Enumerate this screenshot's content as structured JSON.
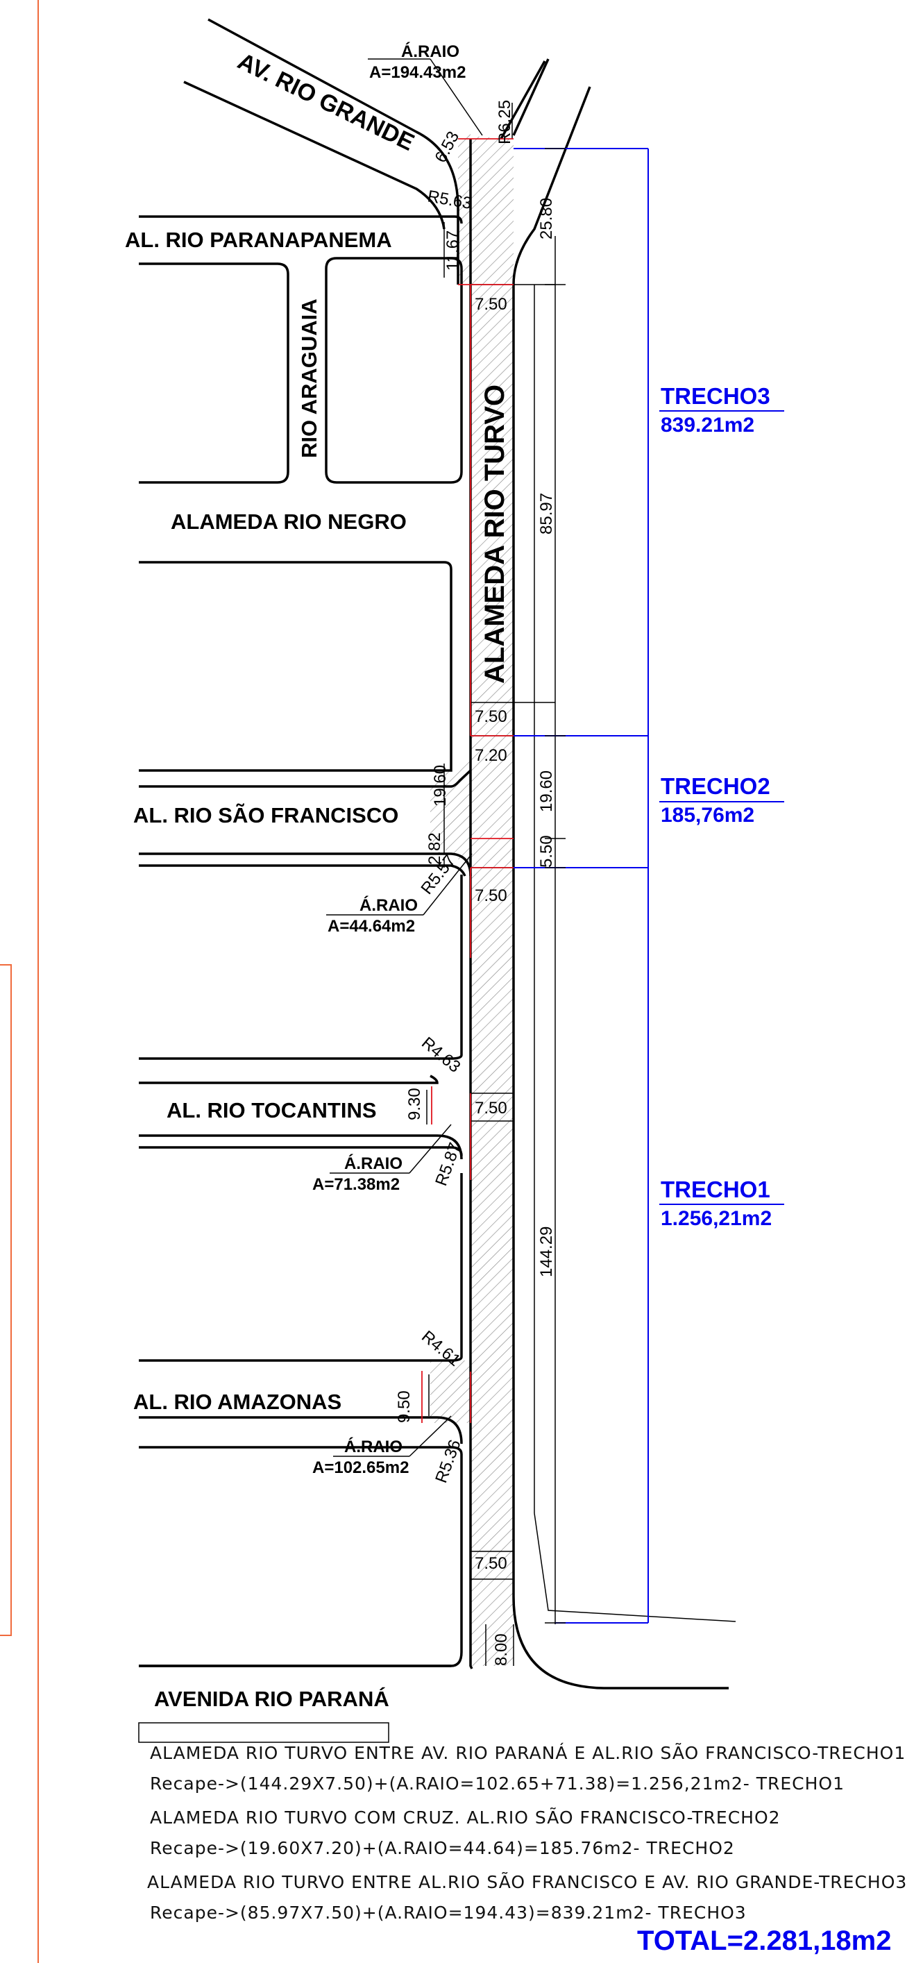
{
  "streets": {
    "av_rio_grande": "AV. RIO GRANDE",
    "al_rio_paranapanema": "AL. RIO PARANAPANEMA",
    "rio_araguaia": "RIO ARAGUAIA",
    "alameda_rio_negro": "ALAMEDA RIO NEGRO",
    "alameda_rio_turvo": "ALAMEDA RIO TURVO",
    "al_rio_sao_francisco": "AL. RIO SÃO FRANCISCO",
    "al_rio_tocantins": "AL. RIO TOCANTINS",
    "al_rio_amazonas": "AL. RIO AMAZONAS",
    "avenida_rio_parana": "AVENIDA RIO PARANÁ"
  },
  "raio_labels": [
    {
      "title": "Á.RAIO",
      "area": "A=194.43m2"
    },
    {
      "title": "Á.RAIO",
      "area": "A=44.64m2"
    },
    {
      "title": "Á.RAIO",
      "area": "A=71.38m2"
    },
    {
      "title": "Á.RAIO",
      "area": "A=102.65m2"
    }
  ],
  "dimensions": {
    "d_6_53": "6.53",
    "d_r6_25": "R6.25",
    "d_r5_63": "R5.63",
    "d_11_67": "11.67",
    "d_25_80": "25.80",
    "d_7_50_a": "7.50",
    "d_85_97": "85.97",
    "d_7_50_b": "7.50",
    "d_7_20": "7.20",
    "d_19_60_left": "19.60",
    "d_19_60_right": "19.60",
    "d_2_82": "2.82",
    "d_5_50": "5.50",
    "d_r5_57": "R5.57",
    "d_7_50_c": "7.50",
    "d_r4_63": "R4.63",
    "d_9_30": "9.30",
    "d_7_50_d": "7.50",
    "d_r5_87": "R5.87",
    "d_144_29": "144.29",
    "d_r4_61": "R4.61",
    "d_9_50": "9.50",
    "d_r5_36": "R5.36",
    "d_7_50_e": "7.50",
    "d_8_00": "8.00"
  },
  "trechos": [
    {
      "name": "TRECHO3",
      "area": "839.21m2"
    },
    {
      "name": "TRECHO2",
      "area": "185,76m2"
    },
    {
      "name": "TRECHO1",
      "area": "1.256,21m2"
    }
  ],
  "notes": [
    "ALAMEDA RIO TURVO ENTRE AV. RIO PARANÁ E AL.RIO SÃO FRANCISCO-TRECHO1",
    "Recape->(144.29X7.50)+(A.RAIO=102.65+71.38)=1.256,21m2- TRECHO1",
    "ALAMEDA RIO TURVO COM CRUZ. AL.RIO SÃO FRANCISCO-TRECHO2",
    "Recape->(19.60X7.20)+(A.RAIO=44.64)=185.76m2- TRECHO2",
    "ALAMEDA RIO TURVO ENTRE AL.RIO SÃO FRANCISCO E AV. RIO GRANDE-TRECHO3",
    "Recape->(85.97X7.50)+(A.RAIO=194.43)=839.21m2- TRECHO3"
  ],
  "total": "TOTAL=2.281,18m2",
  "colors": {
    "hatch": "#8a8a8a",
    "trecho_blue": "#0000ee",
    "section_red": "#e0141e",
    "border_orange": "#f06a3c"
  }
}
